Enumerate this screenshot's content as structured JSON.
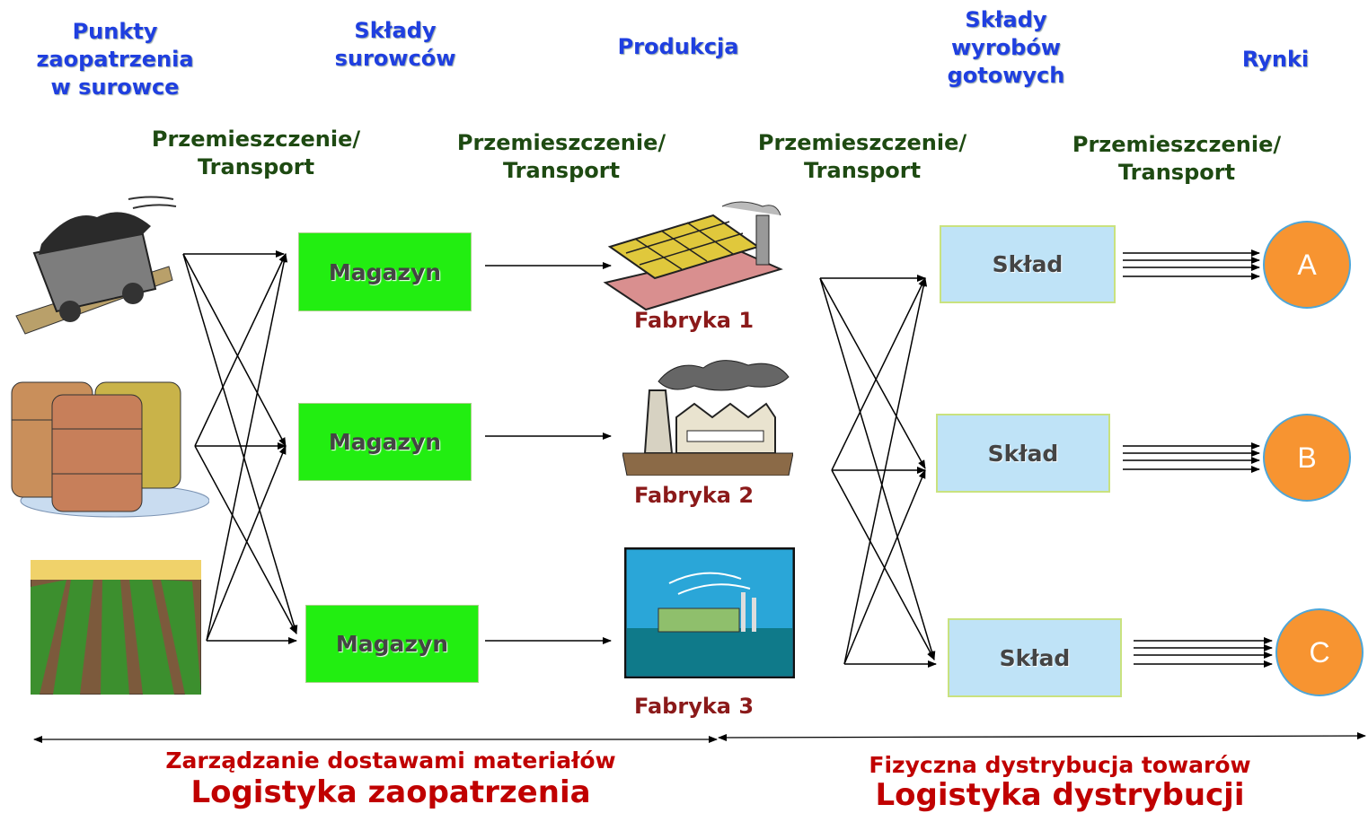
{
  "headers": {
    "supply_points": "Punkty\nzaopatrzenia\nw surowce",
    "raw_warehouses": "Składy\nsurowców",
    "production": "Produkcja",
    "finished_warehouses": "Składy\nwyrobów\ngotowych",
    "markets": "Rynki"
  },
  "transport": [
    "Przemieszczenie/\nTransport",
    "Przemieszczenie/\nTransport",
    "Przemieszczenie/\nTransport",
    "Przemieszczenie/\nTransport"
  ],
  "magazyny": [
    "Magazyn",
    "Magazyn",
    "Magazyn"
  ],
  "fabryki": [
    "Fabryka 1",
    "Fabryka 2",
    "Fabryka 3"
  ],
  "sklady": [
    "Skład",
    "Skład",
    "Skład"
  ],
  "rynki": [
    "A",
    "B",
    "C"
  ],
  "bottom": {
    "left_line1": "Zarządzanie dostawami materiałów",
    "left_line2": "Logistyka zaopatrzenia",
    "right_line1": "Fizyczna dystrybucja towarów",
    "right_line2": "Logistyka dystrybucji"
  },
  "colors": {
    "header_blue": "#1f3fe0",
    "transport_green": "#1e4a12",
    "magazyn_fill": "#22ee11",
    "sklad_fill": "#bfe3f7",
    "market_fill": "#f79431",
    "fabryka_red": "#8b1a1a",
    "bottom_red": "#c00000"
  },
  "icons": [
    "coal-cart-icon",
    "oil-barrels-icon",
    "crop-field-icon",
    "factory-solar-icon",
    "factory-smoke-icon",
    "factory-lake-icon"
  ]
}
